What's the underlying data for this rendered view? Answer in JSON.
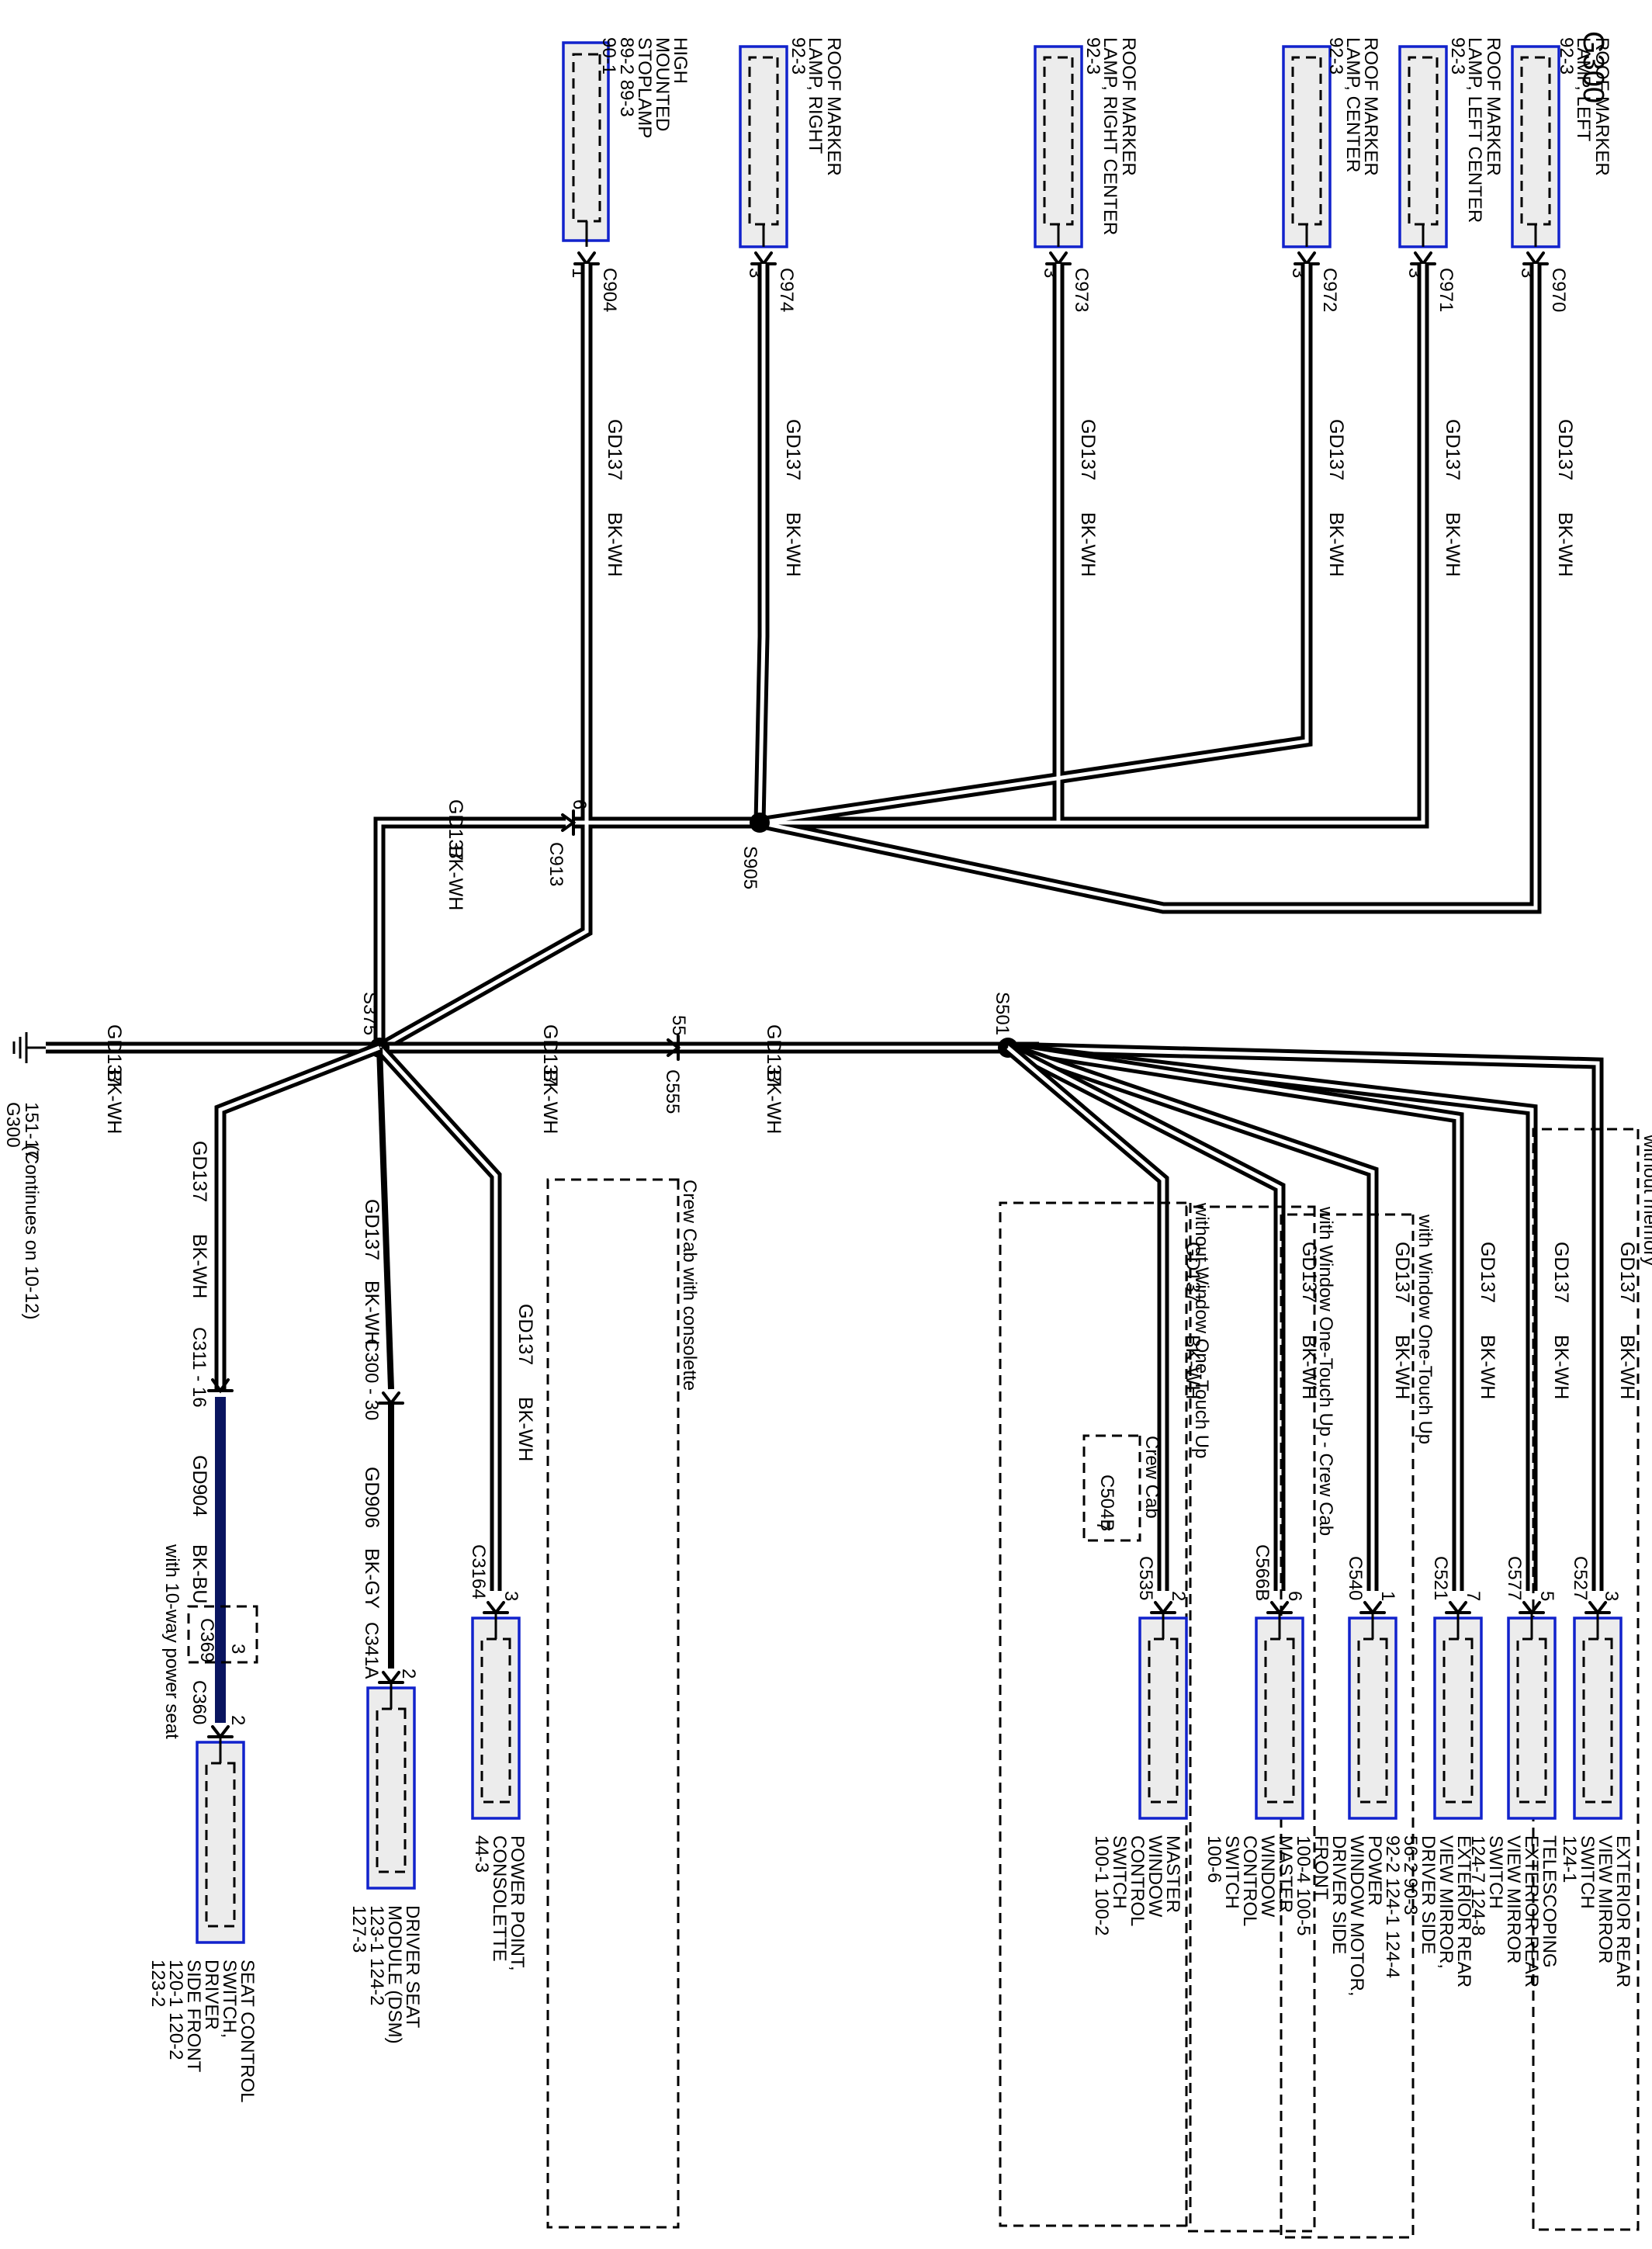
{
  "diagram": {
    "title": "G300",
    "ground": {
      "name": "G300",
      "page": "151-17",
      "continues": "(Continues on 10-12)"
    },
    "wire": {
      "circuit": "GD137",
      "color": "BK-WH"
    },
    "splices": [
      {
        "id": "S905",
        "label": "S905"
      },
      {
        "id": "S375",
        "label": "S375"
      },
      {
        "id": "S501",
        "label": "S501"
      }
    ],
    "inline_connectors": [
      {
        "id": "C913",
        "label": "C913",
        "pin": "6"
      },
      {
        "id": "C555",
        "label": "C555",
        "pin": "55"
      }
    ],
    "top_components": [
      {
        "name_lines": [
          "HIGH",
          "MOUNTED",
          "STOPLAMP",
          "89-2   89-3",
          "90-1"
        ],
        "connector": "C904",
        "pin": "1"
      },
      {
        "name_lines": [
          "ROOF MARKER",
          "LAMP, RIGHT",
          "92-3"
        ],
        "connector": "C974",
        "pin": "3"
      },
      {
        "name_lines": [
          "ROOF MARKER",
          "LAMP, RIGHT CENTER",
          "92-3"
        ],
        "connector": "C973",
        "pin": "3"
      },
      {
        "name_lines": [
          "ROOF MARKER",
          "LAMP, CENTER",
          "92-3"
        ],
        "connector": "C972",
        "pin": "3"
      },
      {
        "name_lines": [
          "ROOF MARKER",
          "LAMP, LEFT CENTER",
          "92-3"
        ],
        "connector": "C971",
        "pin": "3"
      },
      {
        "name_lines": [
          "ROOF MARKER",
          "LAMP, LEFT",
          "92-3"
        ],
        "connector": "C970",
        "pin": "3"
      }
    ],
    "bottom_components": [
      {
        "name_lines": [
          "SEAT CONTROL",
          "SWITCH,",
          "DRIVER",
          "SIDE FRONT",
          "120-1   120-2",
          "123-2"
        ],
        "connector": "C360",
        "pin": "2",
        "inline_connector": "C311 - 16",
        "inline_circuit": "GD904",
        "inline_color": "BK-BU",
        "option_connector": "C369",
        "option_pin": "3",
        "option_label": "with 10-way power seat"
      },
      {
        "name_lines": [
          "DRIVER SEAT",
          "MODULE (DSM)",
          "123-1   124-2",
          "127-3"
        ],
        "connector": "C341A",
        "pin": "2",
        "inline_connector": "C300 - 30",
        "inline_circuit": "GD906",
        "inline_color": "BK-GY"
      },
      {
        "name_lines": [
          "POWER POINT,",
          "CONSOLETTE",
          "44-3"
        ],
        "connector": "C3164",
        "pin": "3",
        "option_label": "Crew Cab with consolette"
      },
      {
        "name_lines": [
          "MASTER",
          "WINDOW",
          "CONTROL",
          "SWITCH",
          "100-1   100-2"
        ],
        "connector": "C535",
        "pin": "2",
        "option_label": "without Window One-Touch Up",
        "option_connector": "C504B",
        "option_pin": "7",
        "option_note": "Crew Cab"
      },
      {
        "name_lines": [
          "MASTER",
          "WINDOW",
          "CONTROL",
          "SWITCH",
          "100-6"
        ],
        "connector": "C566B",
        "pin": "6",
        "option_label": "with Window One-Touch Up - Crew Cab"
      },
      {
        "name_lines": [
          "POWER",
          "WINDOW MOTOR,",
          "DRIVER SIDE",
          "FRONT",
          "100-4   100-5"
        ],
        "connector": "C540",
        "pin": "1",
        "option_label": "with Window One-Touch Up"
      },
      {
        "name_lines": [
          "EXTERIOR REAR",
          "VIEW MIRROR,",
          "DRIVER SIDE",
          "56-2      90-3",
          "92-2    124-1   124-4"
        ],
        "connector": "C521",
        "pin": "7"
      },
      {
        "name_lines": [
          "TELESCOPING",
          "EXTERIOR REAR",
          "VIEW MIRROR",
          "SWITCH",
          "124-7   124-8"
        ],
        "connector": "C577",
        "pin": "5"
      },
      {
        "name_lines": [
          "EXTERIOR REAR",
          "VIEW MIRROR",
          "SWITCH",
          "124-1"
        ],
        "connector": "C527",
        "pin": "3",
        "option_label": "without memory"
      }
    ]
  }
}
